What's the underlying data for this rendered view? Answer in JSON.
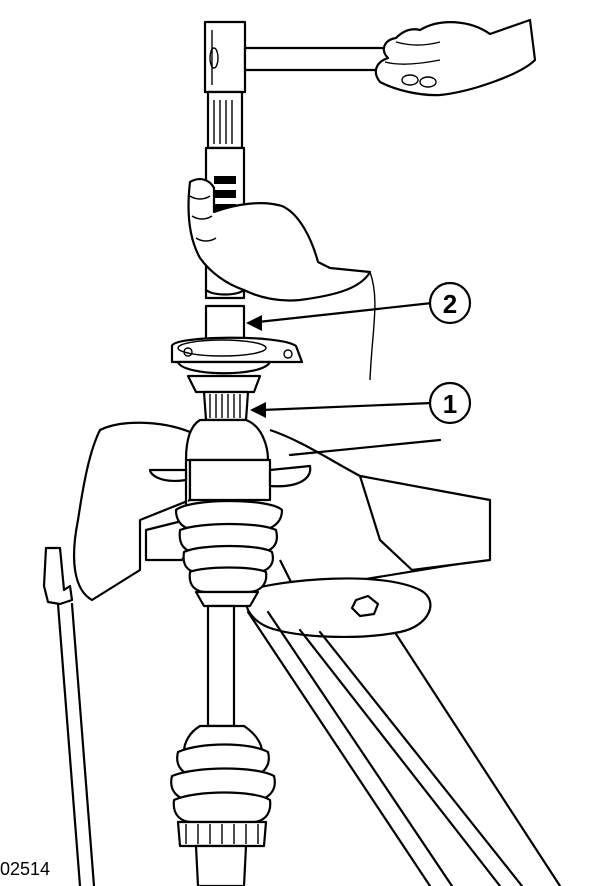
{
  "figure": {
    "number": "02514",
    "callouts": [
      {
        "id": "1"
      },
      {
        "id": "2"
      }
    ]
  },
  "colors": {
    "line": "#000000",
    "background": "#ffffff"
  }
}
